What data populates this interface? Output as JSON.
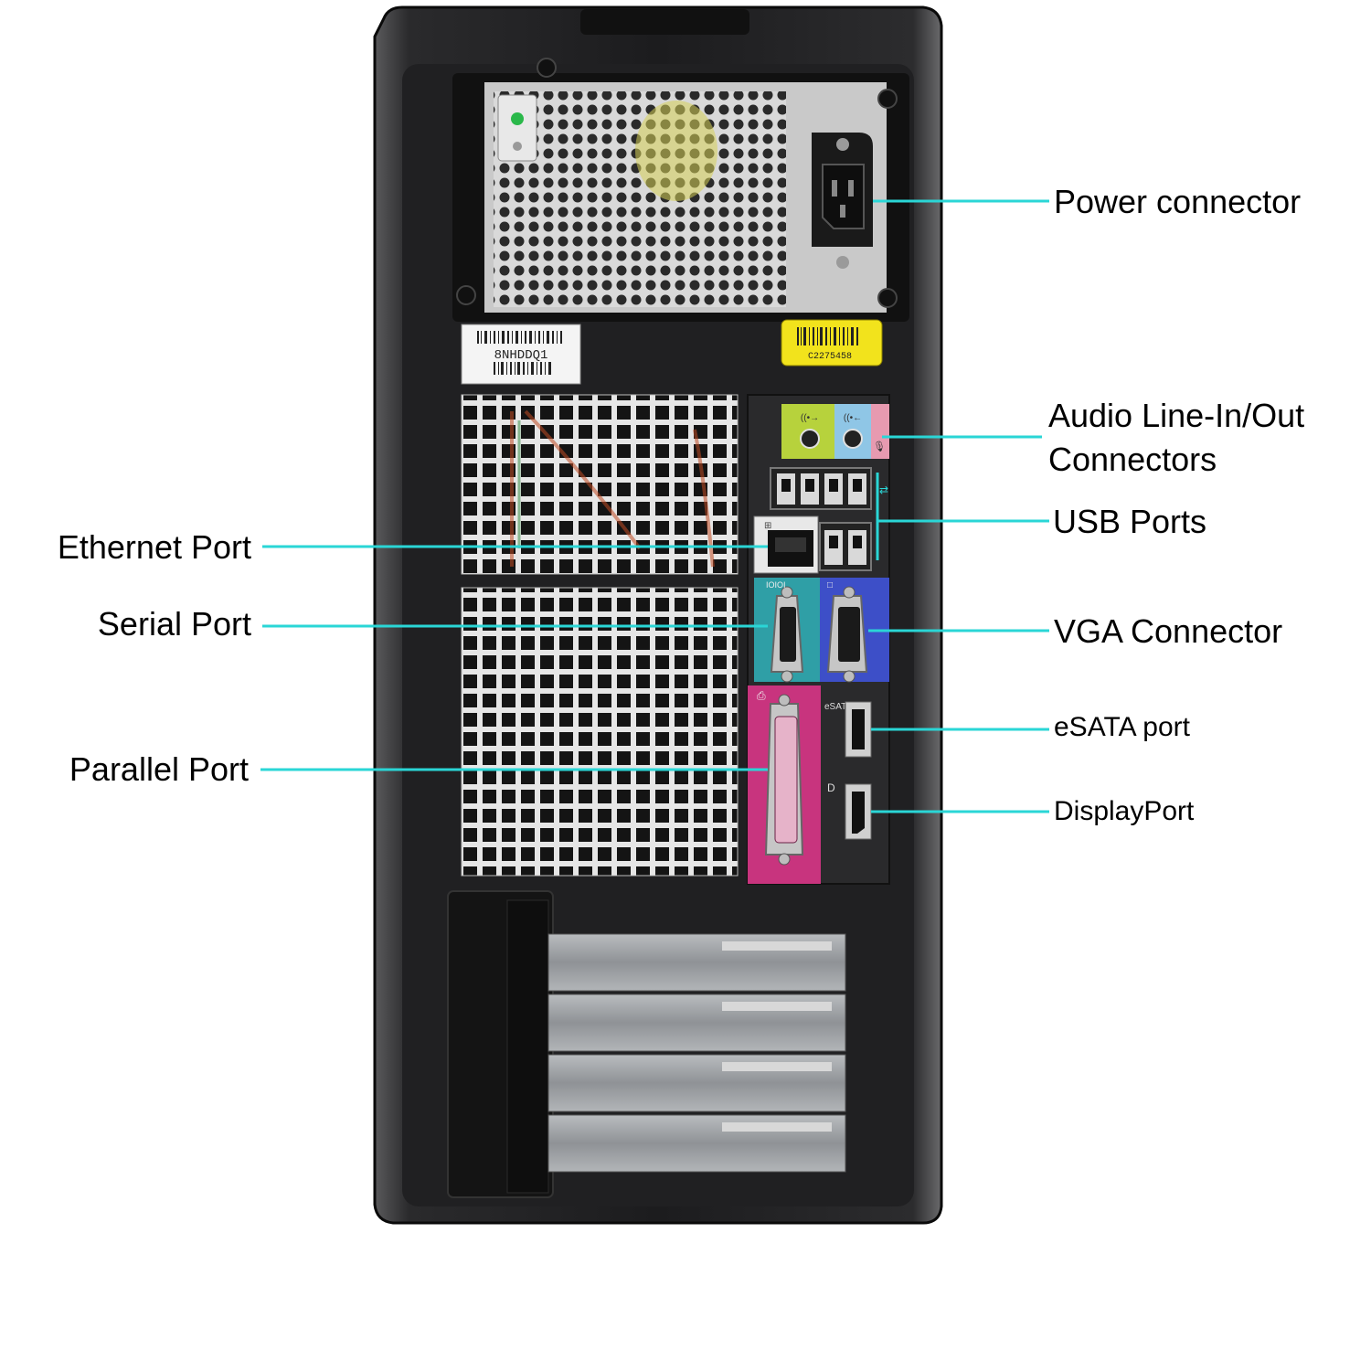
{
  "stickers": {
    "white_serial": "8NHDDQ1",
    "yellow_tag": "C2275458"
  },
  "port_marks": {
    "esata": "eSATA"
  },
  "callouts": {
    "power_connector": "Power connector",
    "audio_line_1": "Audio Line-In/Out",
    "audio_line_2": "Connectors",
    "usb_ports": "USB Ports",
    "vga_connector": "VGA Connector",
    "esata_port": "eSATA port",
    "displayport": "DisplayPort",
    "ethernet_port": "Ethernet Port",
    "serial_port": "Serial Port",
    "parallel_port": "Parallel Port"
  },
  "colors": {
    "leader_line": "#2ad6d6",
    "chassis": "#1c1c1e",
    "audio_green": "#b7d23c",
    "audio_blue": "#8fc6e6",
    "audio_pink": "#e79ab0",
    "serial_teal": "#2f9fa6",
    "vga_blue": "#3d4fc8",
    "parallel_magenta": "#c8347e",
    "sticker_yellow": "#f2e31c"
  }
}
